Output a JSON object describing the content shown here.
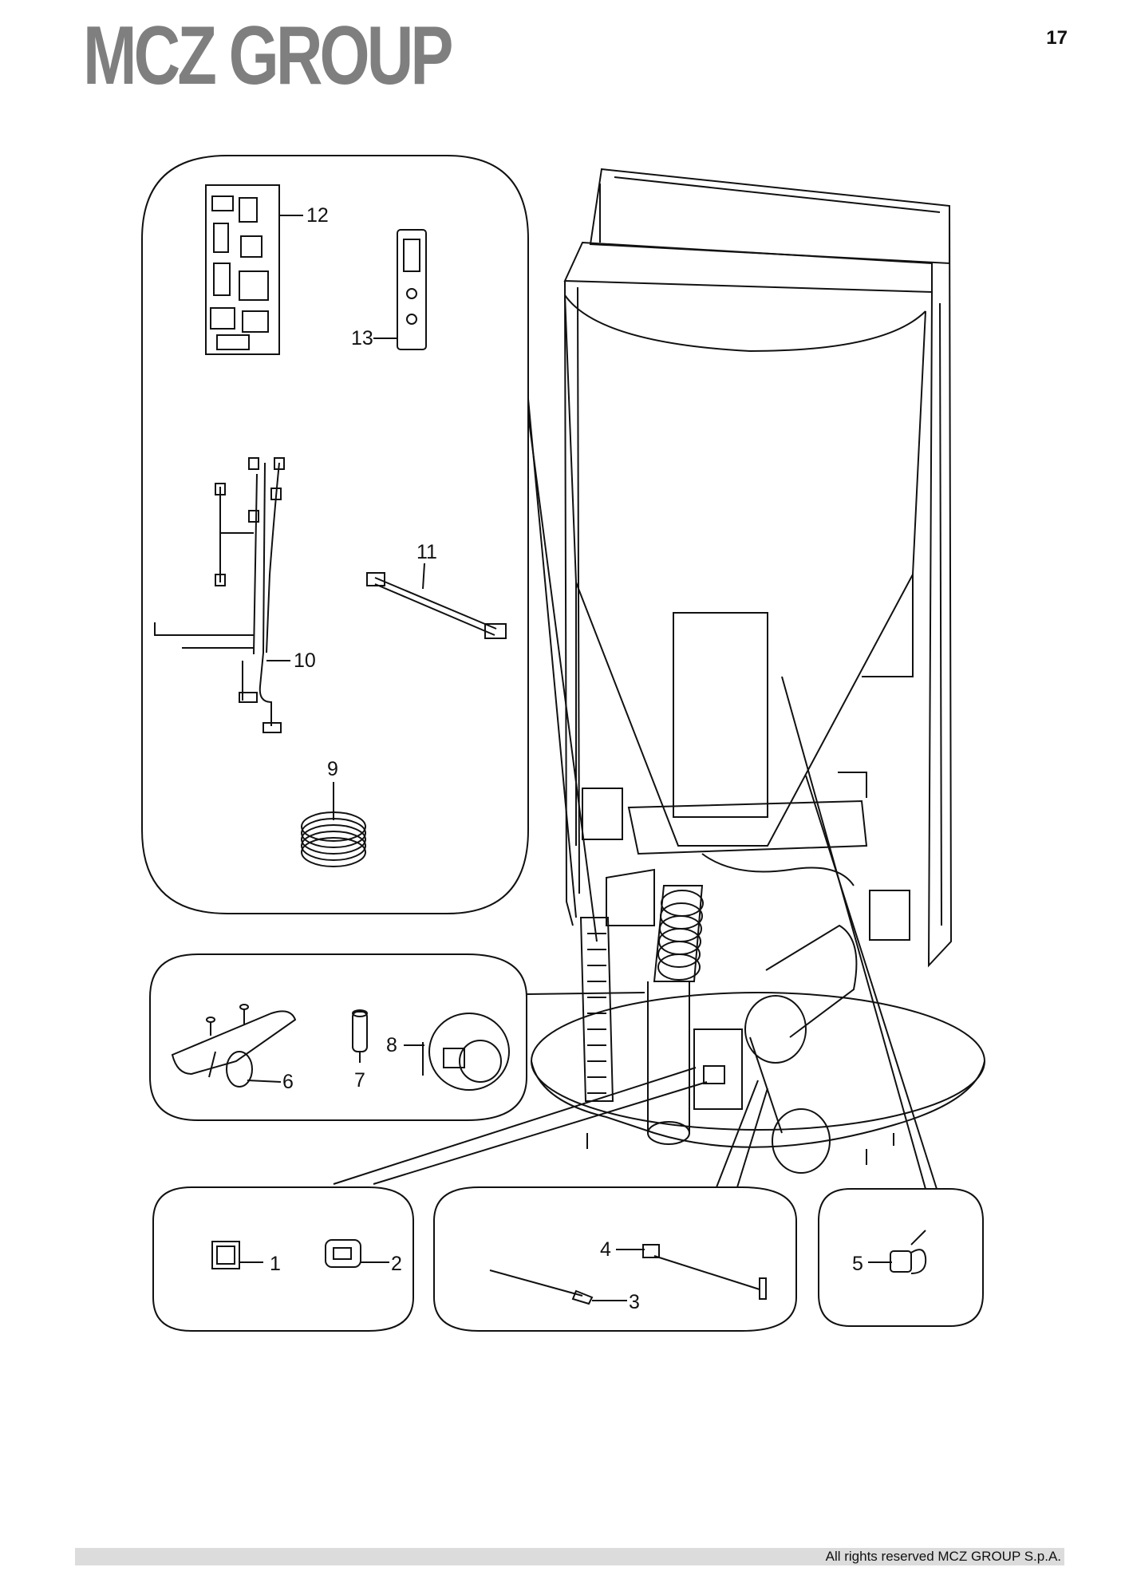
{
  "header": {
    "brand": "MCZ GROUP",
    "page_number": "17"
  },
  "callouts": [
    "1",
    "2",
    "3",
    "4",
    "5",
    "6",
    "7",
    "8",
    "9",
    "10",
    "11",
    "12",
    "13"
  ],
  "footer": {
    "copyright": "All rights reserved MCZ GROUP S.p.A."
  },
  "colors": {
    "brand_gray": "#7f7f7f",
    "line": "#111111",
    "footer_bar": "#dcdcdc"
  }
}
